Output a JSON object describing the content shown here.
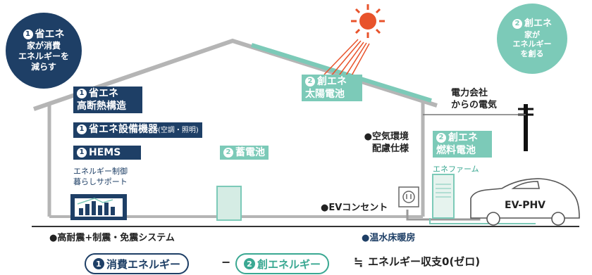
{
  "bubble_left": {
    "num": "1",
    "title": "省エネ",
    "line1": "家が消費",
    "line2": "エネルギーを",
    "line3": "減らす"
  },
  "bubble_right": {
    "num": "2",
    "title": "創エネ",
    "line1": "家が",
    "line2": "エネルギー",
    "line3": "を創る"
  },
  "labels": {
    "insulation_l1": "省エネ",
    "insulation_l2": "高断熱構造",
    "equipment": "省エネ設備機器",
    "equipment_sub": "(空調・照明)",
    "hems": "HEMS",
    "hems_sub1": "エネルギー制御",
    "hems_sub2": "暮らしサポート",
    "solar_l1": "創エネ",
    "solar_l2": "太陽電池",
    "battery": "蓄電池",
    "fuelcell_l1": "創エネ",
    "fuelcell_l2": "燃料電池",
    "enefarm": "エネファーム",
    "air_l1": "●空気環境",
    "air_l2": "配慮仕様",
    "grid_l1": "電力会社",
    "grid_l2": "からの電気",
    "ev_outlet": "●EVコンセント",
    "ev_car": "EV-PHV",
    "seismic": "●高耐震+制震・免震システム",
    "floor_heating": "●温水床暖房"
  },
  "nums": {
    "one": "1",
    "two": "2"
  },
  "formula": {
    "term1_num": "1",
    "term1": "消費エネルギー",
    "minus": "−",
    "term2_num": "2",
    "term2": "創エネルギー",
    "approx": "≒",
    "result": "エネルギー収支0(ゼロ)"
  },
  "colors": {
    "navy": "#1e3f66",
    "teal": "#7ccab8",
    "sun": "#e8532b",
    "roof": "#a9a9a9"
  }
}
